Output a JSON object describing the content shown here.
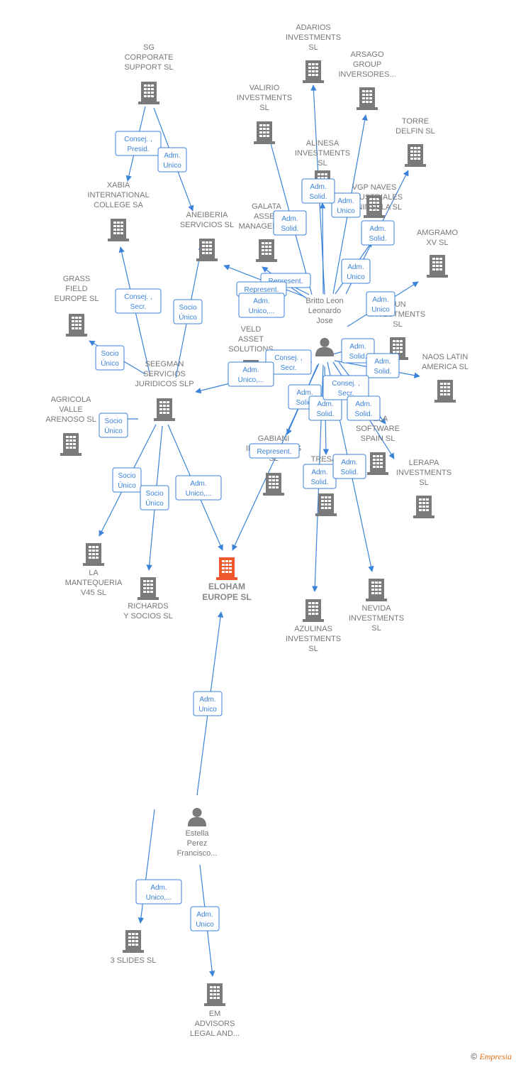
{
  "colors": {
    "edge": "#3b83d9",
    "building": "#7a7a7a",
    "main_building": "#f0572b",
    "person": "#7a7a7a"
  },
  "nodes": [
    {
      "id": "sg",
      "type": "company",
      "lines": [
        "SG",
        "CORPORATE",
        "SUPPORT  SL"
      ]
    },
    {
      "id": "adarios",
      "type": "company",
      "lines": [
        "ADARIOS",
        "INVESTMENTS",
        "SL"
      ]
    },
    {
      "id": "arsago",
      "type": "company",
      "lines": [
        "ARSAGO",
        "GROUP",
        "INVERSORES..."
      ]
    },
    {
      "id": "valirio",
      "type": "company",
      "lines": [
        "VALIRIO",
        "INVESTMENTS",
        "SL"
      ]
    },
    {
      "id": "torre",
      "type": "company",
      "lines": [
        "TORRE",
        "DELFIN  SL"
      ]
    },
    {
      "id": "alinesa",
      "type": "company",
      "lines": [
        "ALINESA",
        "INVESTMENTS",
        "SL"
      ]
    },
    {
      "id": "vgp",
      "type": "company",
      "lines": [
        "VGP NAVES",
        "INDUSTRIALES",
        "PENINSULA  SL"
      ]
    },
    {
      "id": "xabia",
      "type": "company",
      "lines": [
        "XABIA",
        "INTERNATIONAL",
        "COLLEGE SA"
      ]
    },
    {
      "id": "aneiberia",
      "type": "company",
      "lines": [
        "ANEIBERIA",
        "SERVICIOS  SL"
      ]
    },
    {
      "id": "galata",
      "type": "company",
      "lines": [
        "GALATA",
        "ASSET",
        "MANAGEMENT"
      ]
    },
    {
      "id": "amgramo",
      "type": "company",
      "lines": [
        "AMGRAMO",
        "XV  SL"
      ]
    },
    {
      "id": "grass",
      "type": "company",
      "lines": [
        "GRASS",
        "FIELD",
        "EUROPE  SL"
      ]
    },
    {
      "id": "britto",
      "type": "person",
      "lines": [
        "Britto Leon",
        "Leonardo",
        "Jose"
      ]
    },
    {
      "id": "veld",
      "type": "company",
      "lines": [
        "VELD",
        "ASSET",
        "SOLUTIONS"
      ]
    },
    {
      "id": "yun",
      "type": "company",
      "lines": [
        "YUN",
        "INVESTMENTS",
        "SL"
      ]
    },
    {
      "id": "seegman",
      "type": "company",
      "lines": [
        "SEEGMAN",
        "SERVICIOS",
        "JURIDICOS  SLP"
      ]
    },
    {
      "id": "naos",
      "type": "company",
      "lines": [
        "NAOS LATIN",
        "AMERICA  SL"
      ]
    },
    {
      "id": "agricola",
      "type": "company",
      "lines": [
        "AGRICOLA",
        "VALLE",
        "ARENOSO  SL"
      ]
    },
    {
      "id": "vela",
      "type": "company",
      "lines": [
        "VELA",
        "SOFTWARE",
        "SPAIN  SL"
      ]
    },
    {
      "id": "gabiani",
      "type": "company",
      "lines": [
        "GABIANI",
        "INVESTMENTS",
        "SL"
      ]
    },
    {
      "id": "tresal",
      "type": "company",
      "lines": [
        "TRESAL",
        "INVEST"
      ]
    },
    {
      "id": "lerapa",
      "type": "company",
      "lines": [
        "LERAPA",
        "INVESTMENTS",
        "SL"
      ]
    },
    {
      "id": "mantequeria",
      "type": "company",
      "lines": [
        "LA",
        "MANTEQUERIA",
        "V45  SL"
      ]
    },
    {
      "id": "eloham",
      "type": "main",
      "lines": [
        "ELOHAM",
        "EUROPE  SL"
      ]
    },
    {
      "id": "richards",
      "type": "company",
      "lines": [
        "RICHARDS",
        "Y SOCIOS  SL"
      ]
    },
    {
      "id": "nevida",
      "type": "company",
      "lines": [
        "NEVIDA",
        "INVESTMENTS",
        "SL"
      ]
    },
    {
      "id": "azulinas",
      "type": "company",
      "lines": [
        "AZULINAS",
        "INVESTMENTS",
        "SL"
      ]
    },
    {
      "id": "estella",
      "type": "person",
      "lines": [
        "Estella",
        "Perez",
        "Francisco..."
      ]
    },
    {
      "id": "slides",
      "type": "company",
      "lines": [
        "3 SLIDES  SL"
      ]
    },
    {
      "id": "em",
      "type": "company",
      "lines": [
        "EM",
        "ADVISORS",
        "LEGAL AND..."
      ]
    }
  ],
  "relations": [
    {
      "from": "sg",
      "to": "xabia",
      "lines": [
        "Consej. ,",
        "Presid."
      ]
    },
    {
      "from": "sg",
      "to": "aneiberia",
      "lines": [
        "Adm.",
        "Unico"
      ]
    },
    {
      "from": "seegman",
      "to": "xabia",
      "lines": [
        "Consej. ,",
        "Secr."
      ]
    },
    {
      "from": "seegman",
      "to": "aneiberia",
      "lines": [
        "Socio",
        "Único"
      ]
    },
    {
      "from": "seegman",
      "to": "grass",
      "lines": [
        "Socio",
        "Único"
      ]
    },
    {
      "from": "seegman",
      "to": "agricola",
      "lines": [
        "Socio",
        "Único"
      ]
    },
    {
      "from": "seegman",
      "to": "mantequeria",
      "lines": [
        "Socio",
        "Único"
      ]
    },
    {
      "from": "seegman",
      "to": "richards",
      "lines": [
        "Socio",
        "Único"
      ]
    },
    {
      "from": "seegman",
      "to": "eloham",
      "lines": [
        "Adm.",
        "Unico,..."
      ]
    },
    {
      "from": "britto",
      "to": "adarios",
      "lines": [
        "Adm.",
        "Solid."
      ]
    },
    {
      "from": "britto",
      "to": "arsago",
      "lines": [
        "Adm.",
        "Unico"
      ]
    },
    {
      "from": "britto",
      "to": "valirio",
      "lines": [
        "Adm.",
        "Solid."
      ]
    },
    {
      "from": "britto",
      "to": "alinesa",
      "lines": [
        "Adm.",
        "Solid."
      ]
    },
    {
      "from": "britto",
      "to": "torre",
      "lines": [
        "Adm.",
        "Solid."
      ]
    },
    {
      "from": "britto",
      "to": "vgp",
      "lines": [
        "Adm.",
        "Unico"
      ]
    },
    {
      "from": "britto",
      "to": "galata",
      "lines": [
        "Represent."
      ]
    },
    {
      "from": "britto",
      "to": "aneiberia",
      "lines": [
        "Represent."
      ]
    },
    {
      "from": "britto",
      "to": "galata",
      "lines": [
        "Adm.",
        "Unico,..."
      ]
    },
    {
      "from": "britto",
      "to": "amgramo",
      "lines": [
        "Adm.",
        "Unico"
      ]
    },
    {
      "from": "britto",
      "to": "seegman",
      "lines": [
        "Consej. ,",
        "Secr."
      ]
    },
    {
      "from": "britto",
      "to": "seegman",
      "lines": [
        "Adm.",
        "Unico,..."
      ]
    },
    {
      "from": "britto",
      "to": "yun",
      "lines": [
        "Adm.",
        "Solid."
      ]
    },
    {
      "from": "britto",
      "to": "naos",
      "lines": [
        "Adm.",
        "Solid."
      ]
    },
    {
      "from": "britto",
      "to": "gabiani",
      "lines": [
        "Adm.",
        "Solid."
      ]
    },
    {
      "from": "britto",
      "to": "tresal",
      "lines": [
        "Adm.",
        "Solid."
      ]
    },
    {
      "from": "britto",
      "to": "vela",
      "lines": [
        "Consej. ,",
        "Secr."
      ]
    },
    {
      "from": "britto",
      "to": "lerapa",
      "lines": [
        "Adm.",
        "Solid."
      ]
    },
    {
      "from": "britto",
      "to": "eloham",
      "lines": [
        "Represent."
      ]
    },
    {
      "from": "britto",
      "to": "azulinas",
      "lines": [
        "Adm.",
        "Solid."
      ]
    },
    {
      "from": "britto",
      "to": "nevida",
      "lines": [
        "Adm.",
        "Solid."
      ]
    },
    {
      "from": "estella",
      "to": "eloham",
      "lines": [
        "Adm.",
        "Unico"
      ]
    },
    {
      "from": "estella",
      "to": "slides",
      "lines": [
        "Adm.",
        "Unico,..."
      ]
    },
    {
      "from": "estella",
      "to": "em",
      "lines": [
        "Adm.",
        "Unico"
      ]
    }
  ],
  "footer": {
    "copyright": "©",
    "brand": "Empresia"
  }
}
